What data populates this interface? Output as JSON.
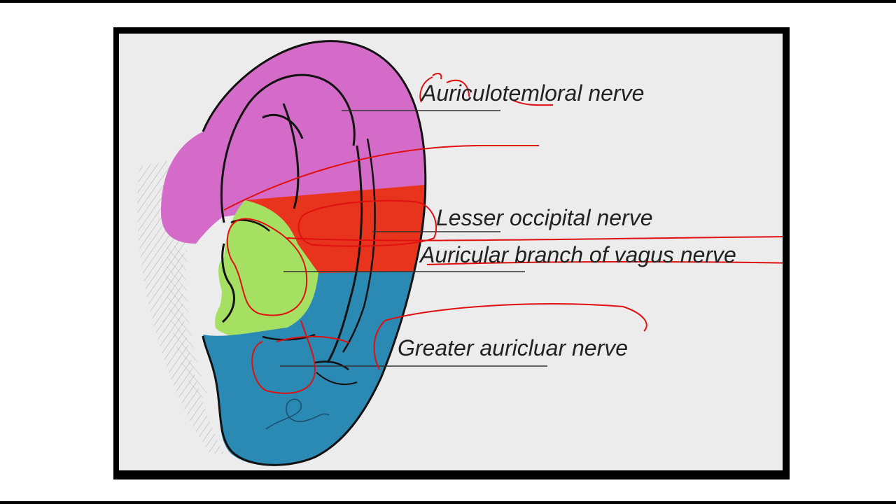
{
  "labels": {
    "auriculotemporal": "Auriculotemloral nerve",
    "lesser_occipital": "Lesser occipital nerve",
    "vagus_branch": "Auricular branch of vagus nerve",
    "greater_auricular": "Greater auricluar nerve"
  },
  "colors": {
    "auriculotemporal": "#d46bc8",
    "lesser_occipital": "#e8341c",
    "vagus_branch": "#a6e063",
    "greater_auricular": "#2a8ab4",
    "annotation": "#e01010",
    "outline": "#111111"
  }
}
